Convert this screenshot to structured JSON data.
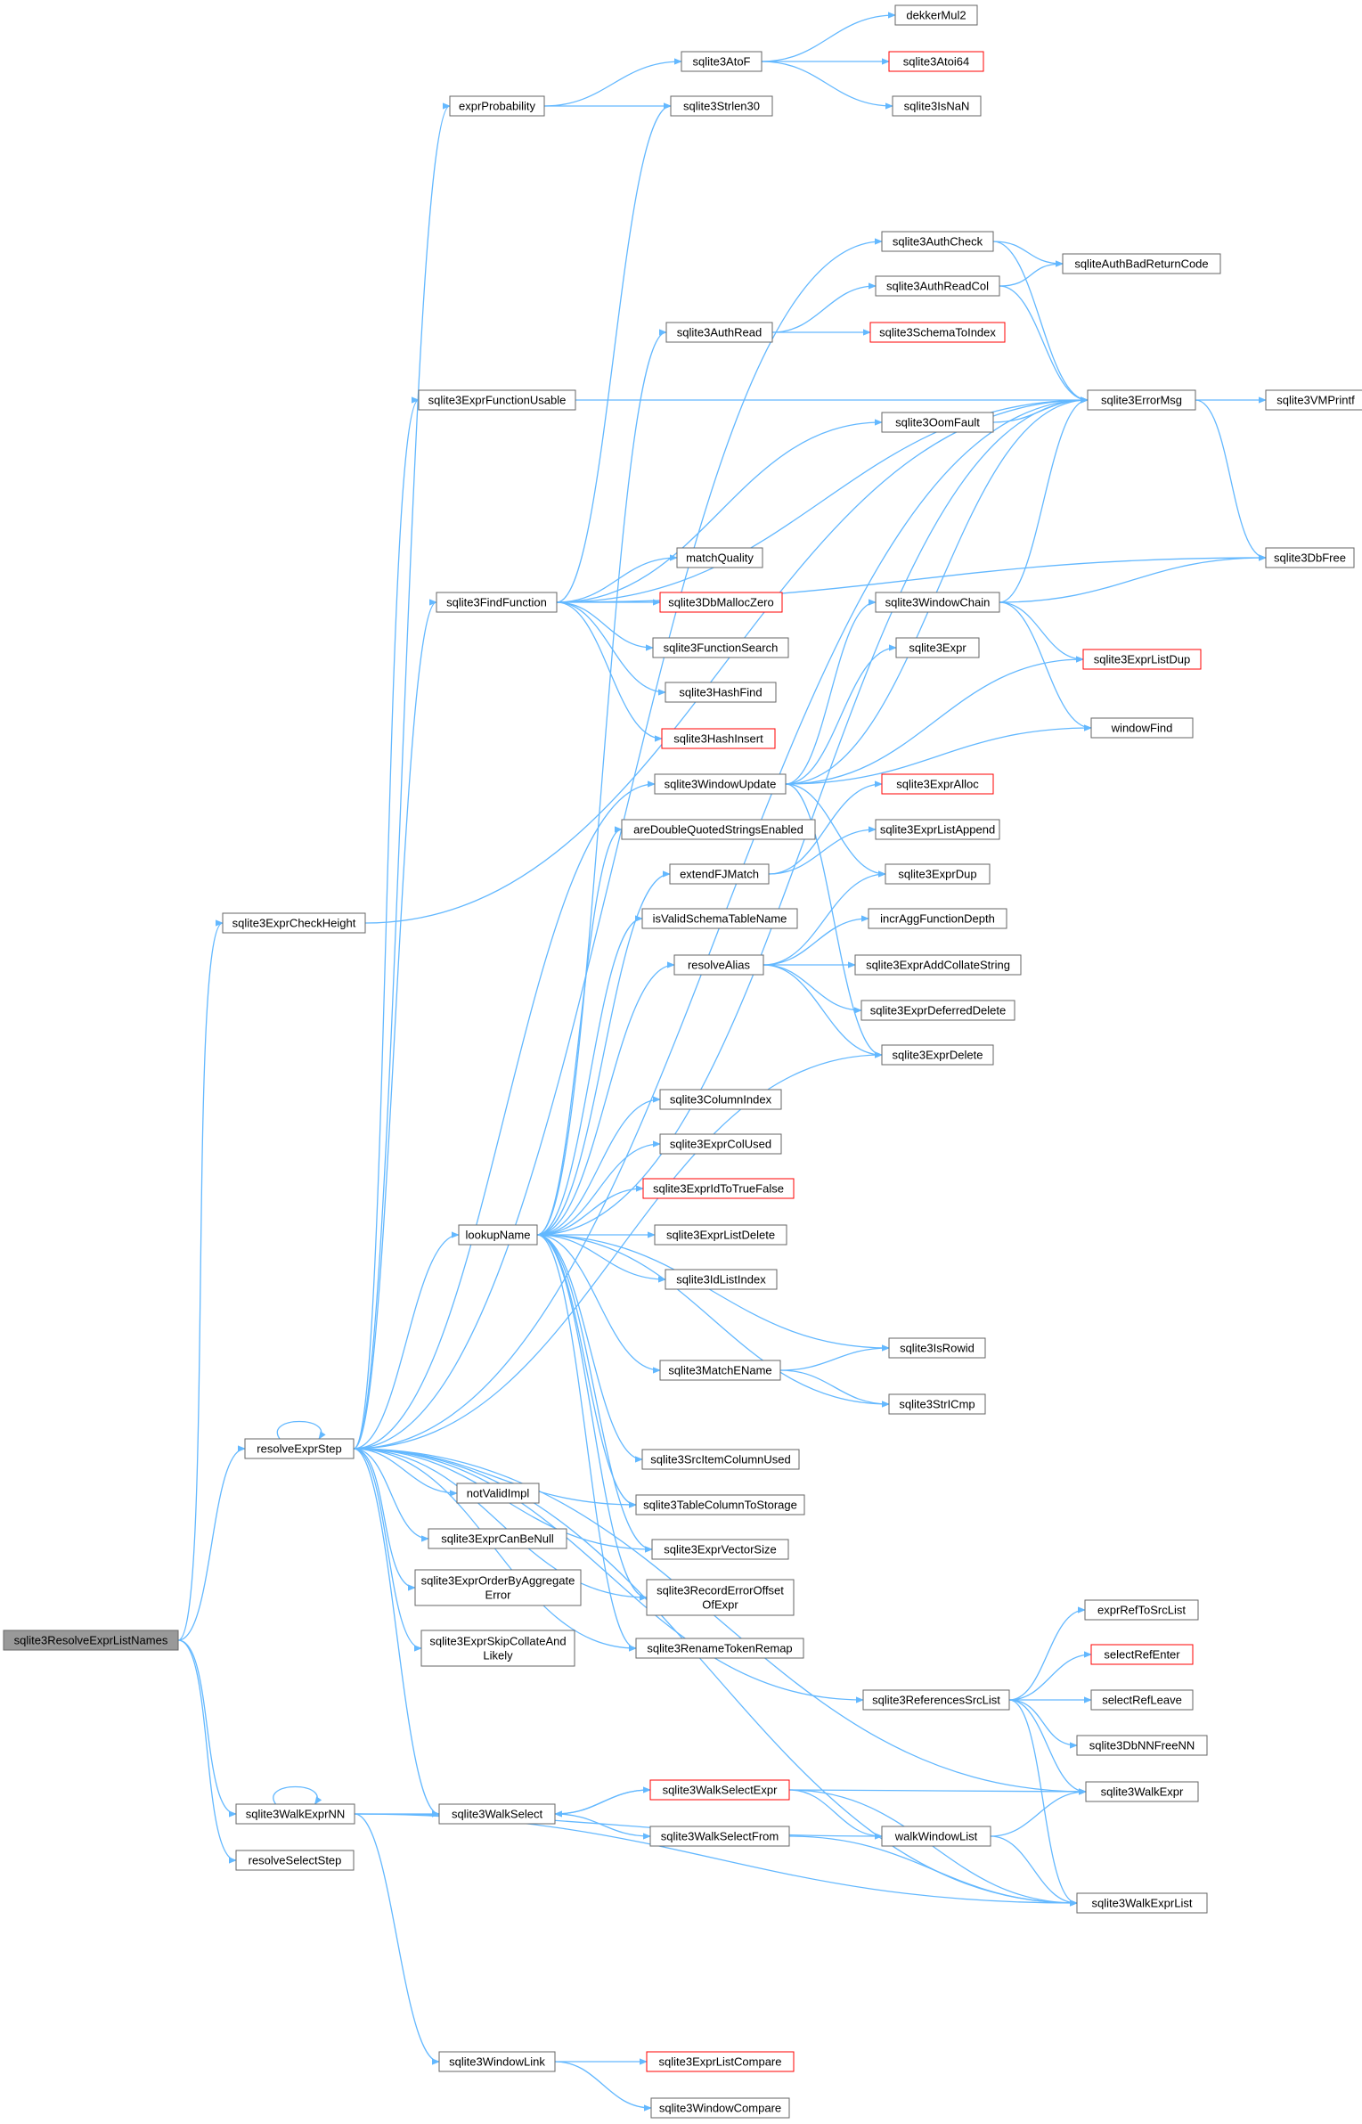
{
  "nodes": [
    {
      "id": "root",
      "label": "sqlite3ResolveExprListNames",
      "style": "root"
    },
    {
      "id": "checkHeight",
      "label": "sqlite3ExprCheckHeight"
    },
    {
      "id": "resolveExprStep",
      "label": "resolveExprStep"
    },
    {
      "id": "walkExprNN",
      "label": "sqlite3WalkExprNN"
    },
    {
      "id": "resolveSelectStep",
      "label": "resolveSelectStep"
    },
    {
      "id": "exprProbability",
      "label": "exprProbability"
    },
    {
      "id": "funcUsable",
      "label": "sqlite3ExprFunctionUsable"
    },
    {
      "id": "findFunction",
      "label": "sqlite3FindFunction"
    },
    {
      "id": "lookupName",
      "label": "lookupName"
    },
    {
      "id": "notValidImpl",
      "label": "notValidImpl"
    },
    {
      "id": "canBeNull",
      "label": "sqlite3ExprCanBeNull"
    },
    {
      "id": "orderByAgg",
      "label": [
        "sqlite3ExprOrderByAggregate",
        "Error"
      ]
    },
    {
      "id": "skipCollate",
      "label": [
        "sqlite3ExprSkipCollateAnd",
        "Likely"
      ]
    },
    {
      "id": "walkSelect",
      "label": "sqlite3WalkSelect"
    },
    {
      "id": "windowLink",
      "label": "sqlite3WindowLink"
    },
    {
      "id": "atoF",
      "label": "sqlite3AtoF"
    },
    {
      "id": "strlen30",
      "label": "sqlite3Strlen30"
    },
    {
      "id": "authRead",
      "label": "sqlite3AuthRead"
    },
    {
      "id": "matchQuality",
      "label": "matchQuality"
    },
    {
      "id": "dbMallocZero",
      "label": "sqlite3DbMallocZero",
      "style": "red"
    },
    {
      "id": "functionSearch",
      "label": "sqlite3FunctionSearch"
    },
    {
      "id": "hashFind",
      "label": "sqlite3HashFind"
    },
    {
      "id": "hashInsert",
      "label": "sqlite3HashInsert",
      "style": "red"
    },
    {
      "id": "windowUpdate",
      "label": "sqlite3WindowUpdate"
    },
    {
      "id": "areDQS",
      "label": "areDoubleQuotedStringsEnabled"
    },
    {
      "id": "extendFJMatch",
      "label": "extendFJMatch"
    },
    {
      "id": "isValidSchema",
      "label": "isValidSchemaTableName"
    },
    {
      "id": "resolveAlias",
      "label": "resolveAlias"
    },
    {
      "id": "columnIndex",
      "label": "sqlite3ColumnIndex"
    },
    {
      "id": "exprColUsed",
      "label": "sqlite3ExprColUsed"
    },
    {
      "id": "idToTrueFalse",
      "label": "sqlite3ExprIdToTrueFalse",
      "style": "red"
    },
    {
      "id": "exprListDelete",
      "label": "sqlite3ExprListDelete"
    },
    {
      "id": "idListIndex",
      "label": "sqlite3IdListIndex"
    },
    {
      "id": "matchEName",
      "label": "sqlite3MatchEName"
    },
    {
      "id": "srcItemColUsed",
      "label": "sqlite3SrcItemColumnUsed"
    },
    {
      "id": "tableColToStorage",
      "label": "sqlite3TableColumnToStorage"
    },
    {
      "id": "vectorSize",
      "label": "sqlite3ExprVectorSize"
    },
    {
      "id": "recordErrOffset",
      "label": [
        "sqlite3RecordErrorOffset",
        "OfExpr"
      ]
    },
    {
      "id": "renameTokenRemap",
      "label": "sqlite3RenameTokenRemap"
    },
    {
      "id": "walkSelectExpr",
      "label": "sqlite3WalkSelectExpr",
      "style": "red"
    },
    {
      "id": "walkSelectFrom",
      "label": "sqlite3WalkSelectFrom"
    },
    {
      "id": "exprListCompare",
      "label": "sqlite3ExprListCompare",
      "style": "red"
    },
    {
      "id": "windowCompare",
      "label": "sqlite3WindowCompare"
    },
    {
      "id": "dekkerMul2",
      "label": "dekkerMul2"
    },
    {
      "id": "atoi64",
      "label": "sqlite3Atoi64",
      "style": "red"
    },
    {
      "id": "isNaN",
      "label": "sqlite3IsNaN"
    },
    {
      "id": "authCheck",
      "label": "sqlite3AuthCheck"
    },
    {
      "id": "authReadCol",
      "label": "sqlite3AuthReadCol"
    },
    {
      "id": "schemaToIndex",
      "label": "sqlite3SchemaToIndex",
      "style": "red"
    },
    {
      "id": "oomFault",
      "label": "sqlite3OomFault"
    },
    {
      "id": "windowChain",
      "label": "sqlite3WindowChain"
    },
    {
      "id": "sqlite3Expr",
      "label": "sqlite3Expr"
    },
    {
      "id": "exprAlloc",
      "label": "sqlite3ExprAlloc",
      "style": "red"
    },
    {
      "id": "exprListAppend",
      "label": "sqlite3ExprListAppend"
    },
    {
      "id": "exprDup",
      "label": "sqlite3ExprDup"
    },
    {
      "id": "incrAgg",
      "label": "incrAggFunctionDepth"
    },
    {
      "id": "addCollate",
      "label": "sqlite3ExprAddCollateString"
    },
    {
      "id": "deferredDelete",
      "label": "sqlite3ExprDeferredDelete"
    },
    {
      "id": "exprDelete",
      "label": "sqlite3ExprDelete"
    },
    {
      "id": "isRowid",
      "label": "sqlite3IsRowid"
    },
    {
      "id": "strICmp",
      "label": "sqlite3StrICmp"
    },
    {
      "id": "refsSrcList",
      "label": "sqlite3ReferencesSrcList"
    },
    {
      "id": "walkWindowList",
      "label": "walkWindowList"
    },
    {
      "id": "authBadReturn",
      "label": "sqliteAuthBadReturnCode"
    },
    {
      "id": "errorMsg",
      "label": "sqlite3ErrorMsg"
    },
    {
      "id": "dbFree",
      "label": "sqlite3DbFree"
    },
    {
      "id": "exprListDup",
      "label": "sqlite3ExprListDup",
      "style": "red"
    },
    {
      "id": "windowFind",
      "label": "windowFind"
    },
    {
      "id": "exprRefToSrcList",
      "label": "exprRefToSrcList"
    },
    {
      "id": "selectRefEnter",
      "label": "selectRefEnter",
      "style": "red"
    },
    {
      "id": "selectRefLeave",
      "label": "selectRefLeave"
    },
    {
      "id": "dbNNFreeNN",
      "label": "sqlite3DbNNFreeNN"
    },
    {
      "id": "walkExpr",
      "label": "sqlite3WalkExpr"
    },
    {
      "id": "walkExprList",
      "label": "sqlite3WalkExprList"
    },
    {
      "id": "vmPrintf",
      "label": "sqlite3VMPrintf"
    }
  ],
  "edges": [
    [
      "root",
      "checkHeight"
    ],
    [
      "root",
      "resolveExprStep"
    ],
    [
      "root",
      "walkExprNN"
    ],
    [
      "root",
      "resolveSelectStep"
    ],
    [
      "checkHeight",
      "errorMsg"
    ],
    [
      "resolveExprStep",
      "exprProbability"
    ],
    [
      "resolveExprStep",
      "funcUsable"
    ],
    [
      "resolveExprStep",
      "findFunction"
    ],
    [
      "resolveExprStep",
      "lookupName"
    ],
    [
      "resolveExprStep",
      "resolveExprStep"
    ],
    [
      "resolveExprStep",
      "notValidImpl"
    ],
    [
      "resolveExprStep",
      "canBeNull"
    ],
    [
      "resolveExprStep",
      "orderByAgg"
    ],
    [
      "resolveExprStep",
      "skipCollate"
    ],
    [
      "resolveExprStep",
      "walkSelect"
    ],
    [
      "resolveExprStep",
      "authCheck"
    ],
    [
      "resolveExprStep",
      "errorMsg"
    ],
    [
      "resolveExprStep",
      "windowUpdate"
    ],
    [
      "resolveExprStep",
      "exprDelete"
    ],
    [
      "resolveExprStep",
      "tableColToStorage"
    ],
    [
      "resolveExprStep",
      "vectorSize"
    ],
    [
      "resolveExprStep",
      "recordErrOffset"
    ],
    [
      "resolveExprStep",
      "renameTokenRemap"
    ],
    [
      "resolveExprStep",
      "refsSrcList"
    ],
    [
      "resolveExprStep",
      "walkExpr"
    ],
    [
      "resolveExprStep",
      "walkExprList"
    ],
    [
      "walkExprNN",
      "walkExprNN"
    ],
    [
      "walkExprNN",
      "walkSelect"
    ],
    [
      "walkExprNN",
      "walkWindowList"
    ],
    [
      "walkExprNN",
      "walkExprList"
    ],
    [
      "walkExprNN",
      "windowLink"
    ],
    [
      "exprProbability",
      "atoF"
    ],
    [
      "exprProbability",
      "strlen30"
    ],
    [
      "atoF",
      "dekkerMul2"
    ],
    [
      "atoF",
      "atoi64"
    ],
    [
      "atoF",
      "isNaN"
    ],
    [
      "funcUsable",
      "errorMsg"
    ],
    [
      "findFunction",
      "strlen30"
    ],
    [
      "findFunction",
      "matchQuality"
    ],
    [
      "findFunction",
      "dbMallocZero"
    ],
    [
      "findFunction",
      "functionSearch"
    ],
    [
      "findFunction",
      "hashFind"
    ],
    [
      "findFunction",
      "hashInsert"
    ],
    [
      "findFunction",
      "oomFault"
    ],
    [
      "findFunction",
      "dbFree"
    ],
    [
      "findFunction",
      "errorMsg"
    ],
    [
      "lookupName",
      "authRead"
    ],
    [
      "lookupName",
      "areDQS"
    ],
    [
      "lookupName",
      "extendFJMatch"
    ],
    [
      "lookupName",
      "isValidSchema"
    ],
    [
      "lookupName",
      "resolveAlias"
    ],
    [
      "lookupName",
      "columnIndex"
    ],
    [
      "lookupName",
      "exprColUsed"
    ],
    [
      "lookupName",
      "idToTrueFalse"
    ],
    [
      "lookupName",
      "exprListDelete"
    ],
    [
      "lookupName",
      "idListIndex"
    ],
    [
      "lookupName",
      "isRowid"
    ],
    [
      "lookupName",
      "matchEName"
    ],
    [
      "lookupName",
      "strICmp"
    ],
    [
      "lookupName",
      "srcItemColUsed"
    ],
    [
      "lookupName",
      "tableColToStorage"
    ],
    [
      "lookupName",
      "vectorSize"
    ],
    [
      "lookupName",
      "recordErrOffset"
    ],
    [
      "lookupName",
      "renameTokenRemap"
    ],
    [
      "lookupName",
      "errorMsg"
    ],
    [
      "authRead",
      "authReadCol"
    ],
    [
      "authRead",
      "schemaToIndex"
    ],
    [
      "authReadCol",
      "authBadReturn"
    ],
    [
      "authReadCol",
      "errorMsg"
    ],
    [
      "authCheck",
      "authBadReturn"
    ],
    [
      "authCheck",
      "errorMsg"
    ],
    [
      "oomFault",
      "errorMsg"
    ],
    [
      "windowUpdate",
      "windowChain"
    ],
    [
      "windowUpdate",
      "sqlite3Expr"
    ],
    [
      "windowUpdate",
      "exprListDup"
    ],
    [
      "windowUpdate",
      "windowFind"
    ],
    [
      "windowUpdate",
      "exprDup"
    ],
    [
      "windowUpdate",
      "exprDelete"
    ],
    [
      "windowUpdate",
      "errorMsg"
    ],
    [
      "windowChain",
      "dbFree"
    ],
    [
      "windowChain",
      "exprListDup"
    ],
    [
      "windowChain",
      "windowFind"
    ],
    [
      "windowChain",
      "errorMsg"
    ],
    [
      "extendFJMatch",
      "exprAlloc"
    ],
    [
      "extendFJMatch",
      "exprListAppend"
    ],
    [
      "resolveAlias",
      "exprDup"
    ],
    [
      "resolveAlias",
      "incrAgg"
    ],
    [
      "resolveAlias",
      "addCollate"
    ],
    [
      "resolveAlias",
      "deferredDelete"
    ],
    [
      "resolveAlias",
      "exprDelete"
    ],
    [
      "matchEName",
      "isRowid"
    ],
    [
      "matchEName",
      "strICmp"
    ],
    [
      "walkSelect",
      "walkSelectExpr"
    ],
    [
      "walkSelect",
      "walkSelectFrom"
    ],
    [
      "walkSelectExpr",
      "walkSelect"
    ],
    [
      "walkSelectExpr",
      "walkExpr"
    ],
    [
      "walkSelectExpr",
      "walkWindowList"
    ],
    [
      "walkSelectExpr",
      "walkExprList"
    ],
    [
      "walkSelectFrom",
      "walkExprList"
    ],
    [
      "walkWindowList",
      "walkExpr"
    ],
    [
      "walkWindowList",
      "walkExprList"
    ],
    [
      "refsSrcList",
      "exprRefToSrcList"
    ],
    [
      "refsSrcList",
      "selectRefEnter"
    ],
    [
      "refsSrcList",
      "selectRefLeave"
    ],
    [
      "refsSrcList",
      "dbNNFreeNN"
    ],
    [
      "refsSrcList",
      "walkExpr"
    ],
    [
      "refsSrcList",
      "walkExprList"
    ],
    [
      "errorMsg",
      "vmPrintf"
    ],
    [
      "errorMsg",
      "dbFree"
    ],
    [
      "windowLink",
      "exprListCompare"
    ],
    [
      "windowLink",
      "windowCompare"
    ]
  ]
}
